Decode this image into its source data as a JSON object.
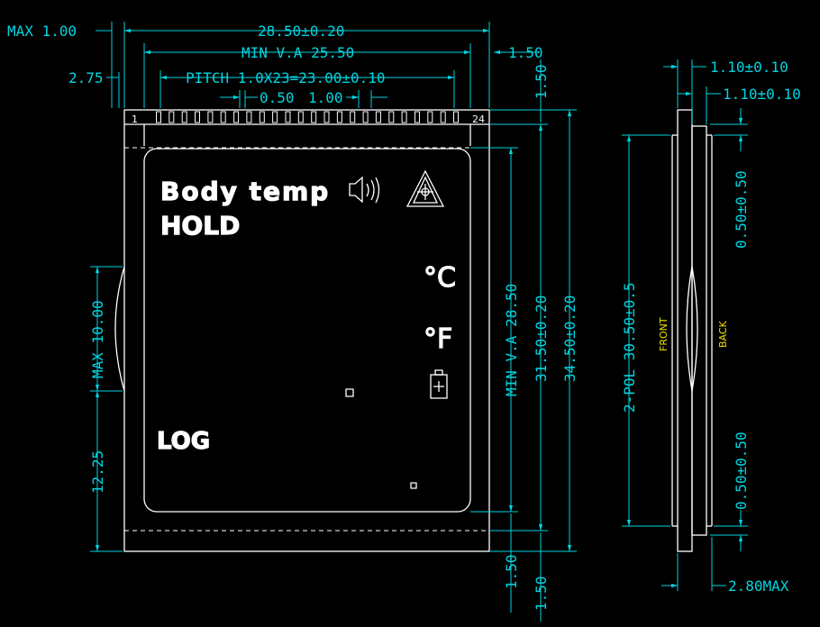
{
  "front": {
    "dims": {
      "max_thickness_left": "MAX  1.00",
      "overall_width": "28.50±0.20",
      "min_va_width": "MIN  V.A  25.50",
      "pitch": "PITCH  1.0X23=23.00±0.10",
      "pin_width": "0.50",
      "pin_pitch": "1.00",
      "pin_offset": "2.75",
      "right_margin": "1.50",
      "right_margin_top": "1.50",
      "bottom_margin_1": "1.50",
      "bottom_margin_2": "1.50",
      "min_va_height": "MIN  V.A  28.50",
      "height_inner": "31.50±0.20",
      "height_overall": "34.50±0.20",
      "max_bulge": "MAX  10.00",
      "bulge_bottom": "12.25"
    },
    "pins": {
      "first": "1",
      "last": "24"
    },
    "display": {
      "title": "Body temp",
      "hold": "HOLD",
      "celsius": "°C",
      "fahrenheit": "°F",
      "log": "LOG"
    }
  },
  "side": {
    "dims": {
      "glass_top": "1.10±0.10",
      "glass_bottom": "1.10±0.10",
      "pol_top_gap": "0.50±0.50",
      "pol_bottom_gap": "0.50±0.50",
      "pol_length": "2-POL  30.50±0.5",
      "total_thickness": "2.80MAX"
    },
    "labels": {
      "front": "FRONT",
      "back": "BACK"
    }
  }
}
